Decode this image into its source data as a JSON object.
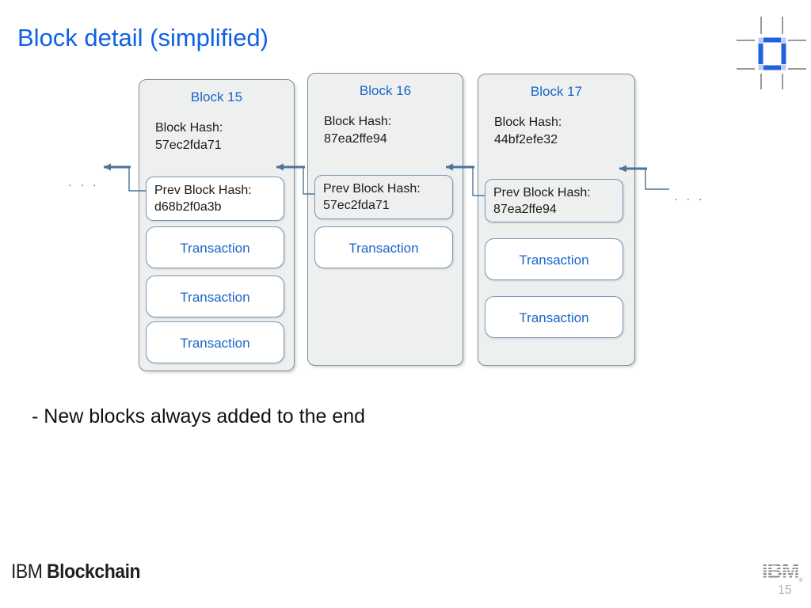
{
  "slide": {
    "title": "Block detail (simplified)",
    "bullet": "- New blocks always added to the end",
    "ellipsis_left": ". . .",
    "ellipsis_right": ". . .",
    "page_number": "15",
    "brand": {
      "ibm": "IBM",
      "product": "Blockchain"
    },
    "footer_logo": "IBM",
    "registered_mark": "®"
  },
  "blocks": [
    {
      "title": "Block 15",
      "hash_label": "Block Hash:",
      "hash_value": "57ec2fda71",
      "prev_label": "Prev Block Hash:",
      "prev_value": "d68b2f0a3b",
      "transactions": [
        "Transaction",
        "Transaction",
        "Transaction"
      ]
    },
    {
      "title": "Block 16",
      "hash_label": "Block Hash:",
      "hash_value": "87ea2ffe94",
      "prev_label": "Prev Block Hash:",
      "prev_value": "57ec2fda71",
      "transactions": [
        "Transaction"
      ]
    },
    {
      "title": "Block 17",
      "hash_label": "Block Hash:",
      "hash_value": "44bf2efe32",
      "prev_label": "Prev Block Hash:",
      "prev_value": "87ea2ffe94",
      "transactions": [
        "Transaction",
        "Transaction"
      ]
    }
  ],
  "icons": {
    "top_right": "grid-crosshair-icon",
    "footer_right": "ibm-8bar-logo"
  },
  "colors": {
    "title_blue": "#1062e5",
    "accent_blue": "#1b64c8",
    "block_fill": "#eef0ef",
    "block_border": "#7e8e9c",
    "inner_border": "#7b97b8",
    "connector": "#4e7399",
    "icon_blue": "#2161dd",
    "icon_gray": "#9a9a9a",
    "footer_gray": "#8a8a8a",
    "page_number_gray": "#b5b5b5"
  }
}
